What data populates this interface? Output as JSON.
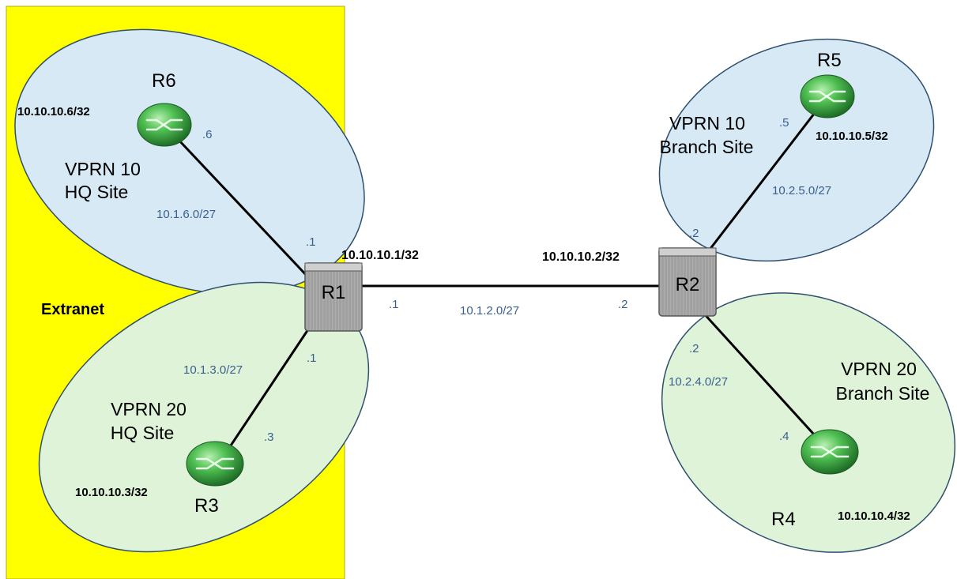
{
  "colors": {
    "extranet_bg": "#ffff00",
    "vprn10_fill": "#d6e9f5",
    "vprn20_fill": "#dff3d8",
    "link": "#000000",
    "router_green": "#4caf50",
    "subnet_text": "#3a5f8f"
  },
  "extranet": {
    "label": "Extranet"
  },
  "routers": {
    "r1": {
      "name": "R1",
      "loopback": "10.10.10.1/32"
    },
    "r2": {
      "name": "R2",
      "loopback": "10.10.10.2/32"
    },
    "r3": {
      "name": "R3",
      "loopback": "10.10.10.3/32",
      "icon": "router-icon"
    },
    "r4": {
      "name": "R4",
      "loopback": "10.10.10.4/32",
      "icon": "router-icon"
    },
    "r5": {
      "name": "R5",
      "loopback": "10.10.10.5/32",
      "icon": "router-icon"
    },
    "r6": {
      "name": "R6",
      "loopback": "10.10.10.6/32",
      "icon": "router-icon"
    }
  },
  "sites": {
    "vprn10_hq": {
      "line1": "VPRN 10",
      "line2": "HQ Site"
    },
    "vprn20_hq": {
      "line1": "VPRN 20",
      "line2": "HQ Site"
    },
    "vprn10_branch": {
      "line1": "VPRN 10",
      "line2": "Branch Site"
    },
    "vprn20_branch": {
      "line1": "VPRN 20",
      "line2": "Branch Site"
    }
  },
  "links": {
    "r1_r6": {
      "subnet": "10.1.6.0/27",
      "r1_if": ".1",
      "r6_if": ".6"
    },
    "r1_r3": {
      "subnet": "10.1.3.0/27",
      "r1_if": ".1",
      "r3_if": ".3"
    },
    "r1_r2": {
      "subnet": "10.1.2.0/27",
      "r1_if": ".1",
      "r2_if": ".2"
    },
    "r2_r5": {
      "subnet": "10.2.5.0/27",
      "r2_if": ".2",
      "r5_if": ".5"
    },
    "r2_r4": {
      "subnet": "10.2.4.0/27",
      "r2_if": ".2",
      "r4_if": ".4"
    }
  }
}
